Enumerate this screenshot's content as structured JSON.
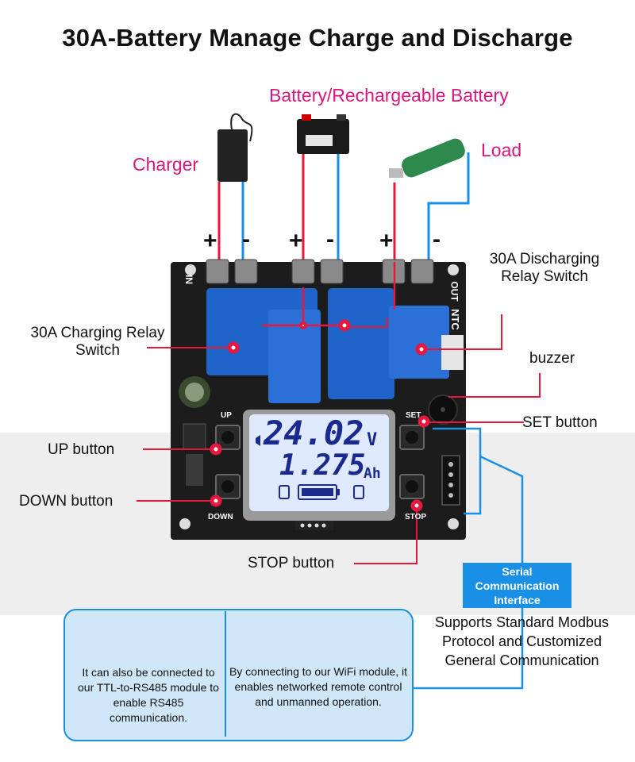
{
  "title": "30A-Battery Manage Charge and Discharge",
  "top_labels": {
    "battery": "Battery/Rechargeable Battery",
    "charger": "Charger",
    "load": "Load"
  },
  "polarity": {
    "plus": "+",
    "minus": "-"
  },
  "callouts": {
    "discharging_relay": "30A Discharging Relay Switch",
    "charging_relay": "30A Charging Relay Switch",
    "buzzer": "buzzer",
    "set_button": "SET button",
    "up_button": "UP button",
    "down_button": "DOWN button",
    "stop_button": "STOP button"
  },
  "board_silkscreen": {
    "up": "UP",
    "down": "DOWN",
    "set": "SET",
    "stop": "STOP",
    "ntc": "NTC",
    "out": "OUT",
    "in": "IN"
  },
  "lcd": {
    "voltage": "24.02",
    "voltage_unit": "V",
    "capacity": "1.275",
    "capacity_unit": "Ah"
  },
  "serial_interface": "Serial Communication Interface",
  "modbus_note": "Supports Standard Modbus Protocol and Customized General Communication",
  "modules": [
    {
      "text": "It can also be connected to our TTL-to-RS485 module to enable RS485 communication."
    },
    {
      "text": "By connecting to our WiFi module, it enables networked remote control and unmanned operation."
    }
  ],
  "colors": {
    "accent_pink": "#d8177e",
    "wire_red": "#e8173e",
    "wire_blue": "#1a8fe6",
    "board": "#1c1c1c",
    "relay_blue": "#1f64c8",
    "lcd_bg": "#dfe9ff",
    "lcd_digits": "#1b2a8f"
  }
}
